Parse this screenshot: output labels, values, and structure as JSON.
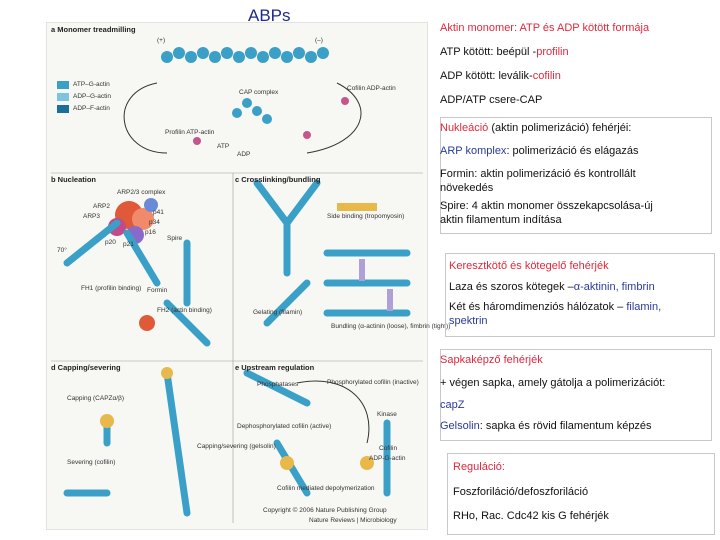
{
  "header": {
    "title": "ABPs"
  },
  "figure": {
    "sec_a": "a  Monomer treadmilling",
    "sec_b": "b  Nucleation",
    "sec_c": "c  Crosslinking/bundling",
    "sec_d": "d  Capping/severing",
    "sec_e": "e  Upstream regulation",
    "legend_atp": "ATP–G-actin",
    "legend_adp": "ADP–G-actin",
    "legend_adpf": "ADP–F-actin",
    "plus": "(+)",
    "minus": "(–)",
    "cofilin_adp": "Cofilin ADP-actin",
    "cap_complex": "CAP complex",
    "profilin_atp": "Profilin ATP-actin",
    "atp": "ATP",
    "adp": "ADP",
    "arp23": "ARP2/3 complex",
    "arp2": "ARP2",
    "arp3": "ARP3",
    "p41": "p41",
    "p34": "p34",
    "p16": "p16",
    "p20": "p20",
    "p21": "p21",
    "spire": "Spire",
    "angle": "70°",
    "fh1": "FH1 (profilin binding)",
    "formin": "Formin",
    "fh2": "FH2 (actin binding)",
    "side_binding": "Side binding (tropomyosin)",
    "gelating": "Gelating (filamin)",
    "bundling": "Bundling (α-actinin (loose), fimbrin (tight))",
    "capping": "Capping (CAPZα/β)",
    "severing": "Severing (cofilin)",
    "phosphatases": "Phosphatases",
    "phos_cofilin": "Phosphorylated cofilin (inactive)",
    "dephos_cofilin": "Dephosphorylated cofilin (active)",
    "kinase": "Kinase",
    "cofilin": "Cofilin",
    "capsev": "Capping/severing (gelsolin)",
    "adpg": "ADP-G-actin",
    "cofilin_depoly": "Cofilin mediated depolymerization",
    "copyright": "Copyright © 2006 Nature Publishing Group",
    "journal": "Nature Reviews | Microbiology"
  },
  "right": {
    "b1_l1_red": "Aktin monomer: ATP és ADP kötött formája",
    "b1_l2_a": "ATP kötött: beépül -",
    "b1_l2_b": "profilin",
    "b1_l3_a": "ADP kötött: leválik-",
    "b1_l3_b": "cofilin",
    "b1_l4": "ADP/ATP csere-CAP",
    "b2_l1_a": "Nukleáció",
    "b2_l1_b": " (aktin polimerizáció) fehérjéi:",
    "b2_l2_a": "ARP komplex",
    "b2_l2_b": ": polimerizáció és elágazás",
    "b2_l3": "Formin: aktin polimerizáció és kontrollált",
    "b2_l4": "növekedés",
    "b2_l5": "Spire: 4 aktin monomer összekapcsolása-új",
    "b2_l6": "aktin filamentum indítása",
    "b3_l1": "Keresztkötő és kötegelő fehérjék",
    "b3_l2_a": "Laza és szoros kötegek –",
    "b3_l2_b": "α-aktinin, fimbrin",
    "b3_l3_a": "Két és háromdimenziós hálózatok – ",
    "b3_l3_b": "filamin,",
    "b3_l4": "spektrin",
    "b4_l1": "Sapkaképző fehérjék",
    "b4_l2": "+ végen sapka, amely gátolja a polimerizációt:",
    "b4_l3": "capZ",
    "b4_l4_a": "Gelsolin",
    "b4_l4_b": ": sapka és rövid filamentum képzés",
    "b5_l1": "Reguláció:",
    "b5_l2": "Foszforiláció/defoszforiláció",
    "b5_l3": "RHo, Rac. Cdc42 kis G fehérjék"
  },
  "colors": {
    "title": "#1f2a8a",
    "red": "#e0283c",
    "blue": "#2a3a9a",
    "actin": "#3aa0c8",
    "pink": "#c8558a"
  }
}
